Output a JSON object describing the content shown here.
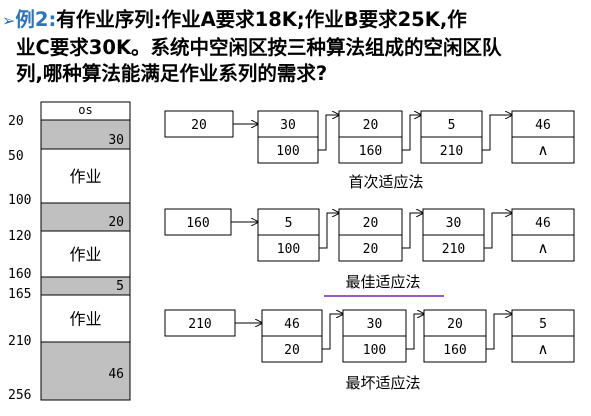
{
  "title": {
    "bullet": "➢",
    "example_label": "例2:",
    "line1_rest": "有作业序列:作业A要求18K;作业B要求25K,作",
    "line2": "业C要求30K。系统中空闲区按三种算法组成的空闲区队",
    "line3": "列,哪种算法能满足作业系列的需求?"
  },
  "memory": {
    "top_label": "os",
    "cells": [
      "30",
      "作业",
      "20",
      "作业",
      "5",
      "作业",
      "46"
    ],
    "addresses": [
      "20",
      "50",
      "100",
      "120",
      "160",
      "165",
      "210",
      "256"
    ]
  },
  "lists": [
    {
      "caption": "首次适应法",
      "head": "20",
      "nodes": [
        {
          "size": "30",
          "addr": "100"
        },
        {
          "size": "20",
          "addr": "160"
        },
        {
          "size": "5",
          "addr": "210"
        },
        {
          "size": "46",
          "addr": "∧"
        }
      ]
    },
    {
      "caption": "最佳适应法",
      "head": "160",
      "nodes": [
        {
          "size": "5",
          "addr": "100"
        },
        {
          "size": "20",
          "addr": "20"
        },
        {
          "size": "30",
          "addr": "210"
        },
        {
          "size": "46",
          "addr": "∧"
        }
      ]
    },
    {
      "caption": "最坏适应法",
      "head": "210",
      "nodes": [
        {
          "size": "46",
          "addr": "20"
        },
        {
          "size": "30",
          "addr": "100"
        },
        {
          "size": "20",
          "addr": "160"
        },
        {
          "size": "5",
          "addr": "∧"
        }
      ]
    }
  ],
  "colors": {
    "free_fill": "#c0c0c0",
    "title_accent": "#2e75b6",
    "underline": "#9b59c6"
  }
}
